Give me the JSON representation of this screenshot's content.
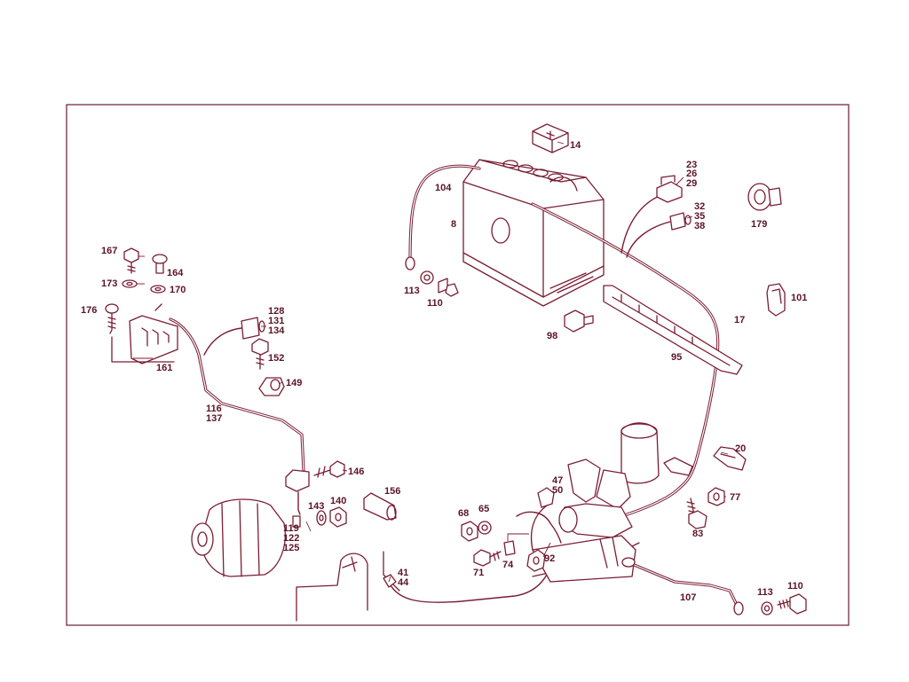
{
  "diagram": {
    "colors": {
      "line": "#7a1e34",
      "label": "#5a1426",
      "frame": "#6b1a2e",
      "background": "#ffffff"
    },
    "labels": {
      "p14": "14",
      "p23": "23",
      "p26": "26",
      "p29": "29",
      "p32": "32",
      "p35": "35",
      "p38": "38",
      "p179": "179",
      "p104": "104",
      "p8": "8",
      "p113a": "113",
      "p110a": "110",
      "p101": "101",
      "p17": "17",
      "p98": "98",
      "p95": "95",
      "p167": "167",
      "p164": "164",
      "p173": "173",
      "p170": "170",
      "p176": "176",
      "p161": "161",
      "p128": "128",
      "p131": "131",
      "p134": "134",
      "p152": "152",
      "p149": "149",
      "p116": "116",
      "p137": "137",
      "p146": "146",
      "p143": "143",
      "p140": "140",
      "p119": "119",
      "p122": "122",
      "p125": "125",
      "p156": "156",
      "p41": "41",
      "p44": "44",
      "p47": "47",
      "p50": "50",
      "p68": "68",
      "p65": "65",
      "p71": "71",
      "p74": "74",
      "p92": "92",
      "p20": "20",
      "p77": "77",
      "p83": "83",
      "p107": "107",
      "p113b": "113",
      "p110b": "110"
    }
  }
}
